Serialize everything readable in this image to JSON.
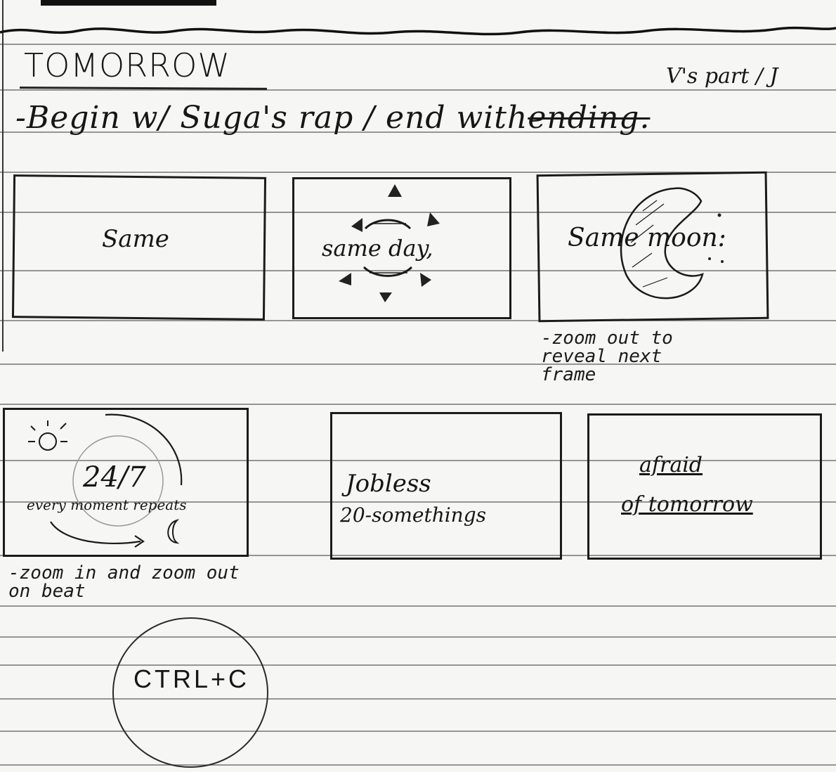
{
  "header": {
    "title": "TOMORROW",
    "side_note": "V's part / J",
    "intro_prefix": "-Begin w/ Suga's rap / end with",
    "intro_struck": "ending."
  },
  "row1": {
    "frame1_text": "Same",
    "frame2_text": "same day,",
    "frame3_text": "Same moon:",
    "frame3_note": [
      "-zoom out to",
      "reveal next",
      "frame"
    ]
  },
  "row2": {
    "frame1_big": "24/7",
    "frame1_small": "every moment repeats",
    "frame1_note": [
      "-zoom in and zoom out",
      "on beat"
    ],
    "frame2_line1": "Jobless",
    "frame2_line2": "20-somethings",
    "frame3_line1": "afraid",
    "frame3_line2": "of tomorrow"
  },
  "circle_label": "CTRL+C",
  "icons": [
    "sun-icon",
    "moon-icon",
    "cycle-arrow-icon",
    "small-sun-icon",
    "small-moon-icon"
  ],
  "colors": {
    "paper": "#f6f6f4",
    "ink": "#1b1b1b",
    "rule": "#3a3a3a"
  }
}
